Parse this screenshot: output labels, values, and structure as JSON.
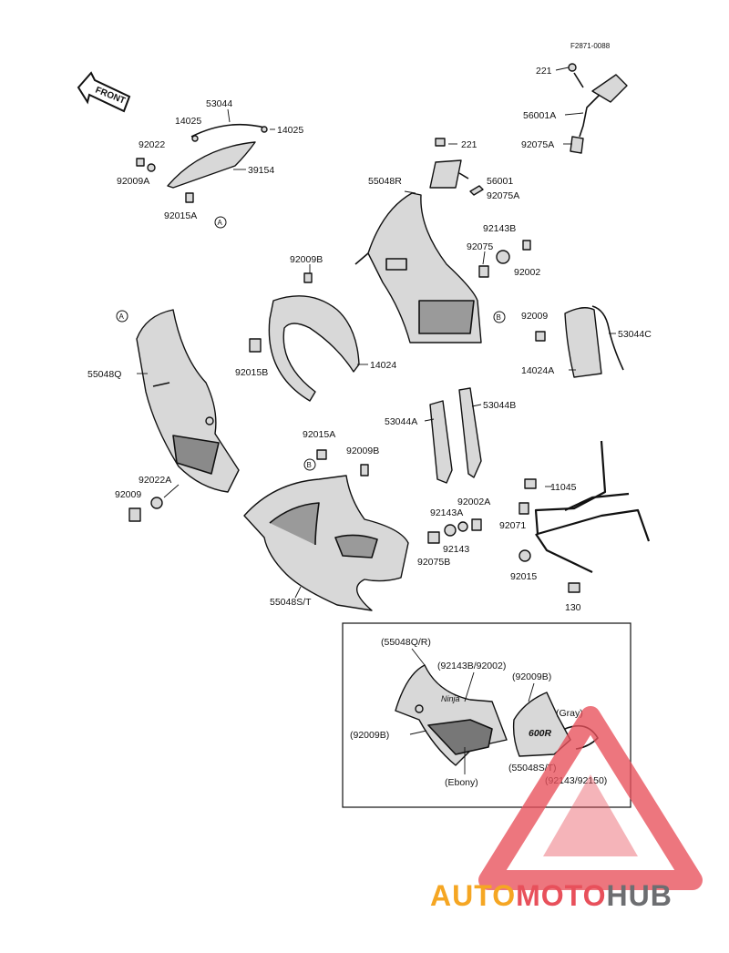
{
  "figure_code": "F2871-0088",
  "front_label": "FRONT",
  "callouts": {
    "A": "A",
    "B": "B"
  },
  "parts": {
    "p221_top": "221",
    "p56001A": "56001A",
    "p92075A_top": "92075A",
    "p53044": "53044",
    "p14025_left": "14025",
    "p14025_right": "14025",
    "p92022": "92022",
    "p92009A": "92009A",
    "p39154": "39154",
    "p92015A_top": "92015A",
    "p221_mid": "221",
    "p55048R": "55048R",
    "p56001": "56001",
    "p92075A_mid": "92075A",
    "p92143B": "92143B",
    "p92075": "92075",
    "p92002": "92002",
    "p92009B_top": "92009B",
    "p92015B": "92015B",
    "p14024": "14024",
    "p55048Q": "55048Q",
    "p92009_right": "92009",
    "p53044C": "53044C",
    "p14024A": "14024A",
    "p53044A": "53044A",
    "p53044B": "53044B",
    "p92015A_mid": "92015A",
    "p92009B_mid": "92009B",
    "p92022A": "92022A",
    "p92009_left": "92009",
    "p11045": "11045",
    "p92071": "92071",
    "p92002A": "92002A",
    "p92143A": "92143A",
    "p92143": "92143",
    "p92075B": "92075B",
    "p92015": "92015",
    "p130": "130",
    "p55048ST": "55048S/T"
  },
  "inset": {
    "lbl_55048QR": "(55048Q/R)",
    "lbl_92143B_92002": "(92143B/92002)",
    "lbl_92009B_right": "(92009B)",
    "lbl_92009B_left": "(92009B)",
    "lbl_gray": "(Gray)",
    "lbl_ebony": "(Ebony)",
    "lbl_55048ST": "(55048S/T)",
    "lbl_92143_92150": "(92143/92150)",
    "decal_ninja": "Ninja",
    "decal_600r": "600R"
  },
  "watermark": {
    "part1": "AUTO",
    "part2": "MOTO",
    "part3": "HUB",
    "color_orange": "#f5a623",
    "color_red": "#e8505b",
    "color_gray": "#6d6e71"
  }
}
